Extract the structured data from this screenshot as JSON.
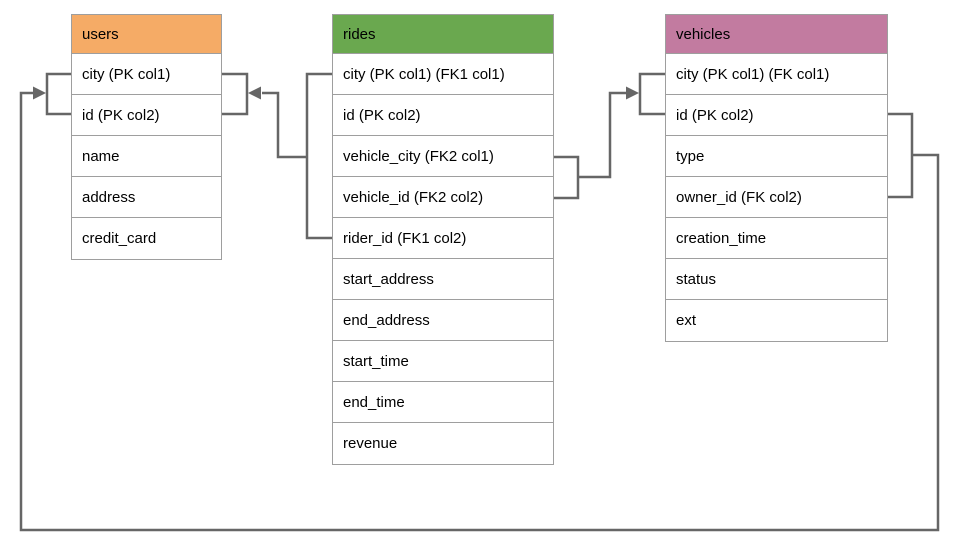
{
  "diagram": {
    "background": "#FFFFFF",
    "colors": {
      "connector": "#666666",
      "table_border": "#9E9E9E",
      "text": "#000000"
    },
    "tables": [
      {
        "name": "users",
        "header_color": "#F5AB66",
        "columns": [
          "city (PK col1)",
          "id (PK col2)",
          "name",
          "address",
          "credit_card"
        ]
      },
      {
        "name": "rides",
        "header_color": "#6AA84F",
        "columns": [
          "city (PK col1) (FK1 col1)",
          "id (PK col2)",
          "vehicle_city (FK2 col1)",
          "vehicle_id (FK2 col2)",
          "rider_id (FK1 col2)",
          "start_address",
          "end_address",
          "start_time",
          "end_time",
          "revenue"
        ]
      },
      {
        "name": "vehicles",
        "header_color": "#C27BA0",
        "columns": [
          "city (PK col1) (FK col1)",
          "id (PK col2)",
          "type",
          "owner_id (FK col2)",
          "creation_time",
          "status",
          "ext"
        ]
      }
    ],
    "relationships": [
      {
        "name": "fk1",
        "from": "rides (city, rider_id)",
        "to": "users (city, id)"
      },
      {
        "name": "fk2",
        "from": "rides (vehicle_city, vehicle_id)",
        "to": "vehicles (city, id)"
      },
      {
        "name": "fk",
        "from": "vehicles (id, owner_id)",
        "to": "users (city, id)"
      }
    ]
  }
}
